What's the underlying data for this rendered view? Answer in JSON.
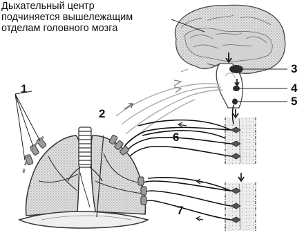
{
  "caption": {
    "line1": "Дыхательный центр",
    "line2": "подчиняется вышележащим",
    "line3": "отделам головного мозга"
  },
  "labels": {
    "l1": "1",
    "l2": "2",
    "l3": "3",
    "l4": "4",
    "l5": "5",
    "l6": "6",
    "l7": "7"
  }
}
